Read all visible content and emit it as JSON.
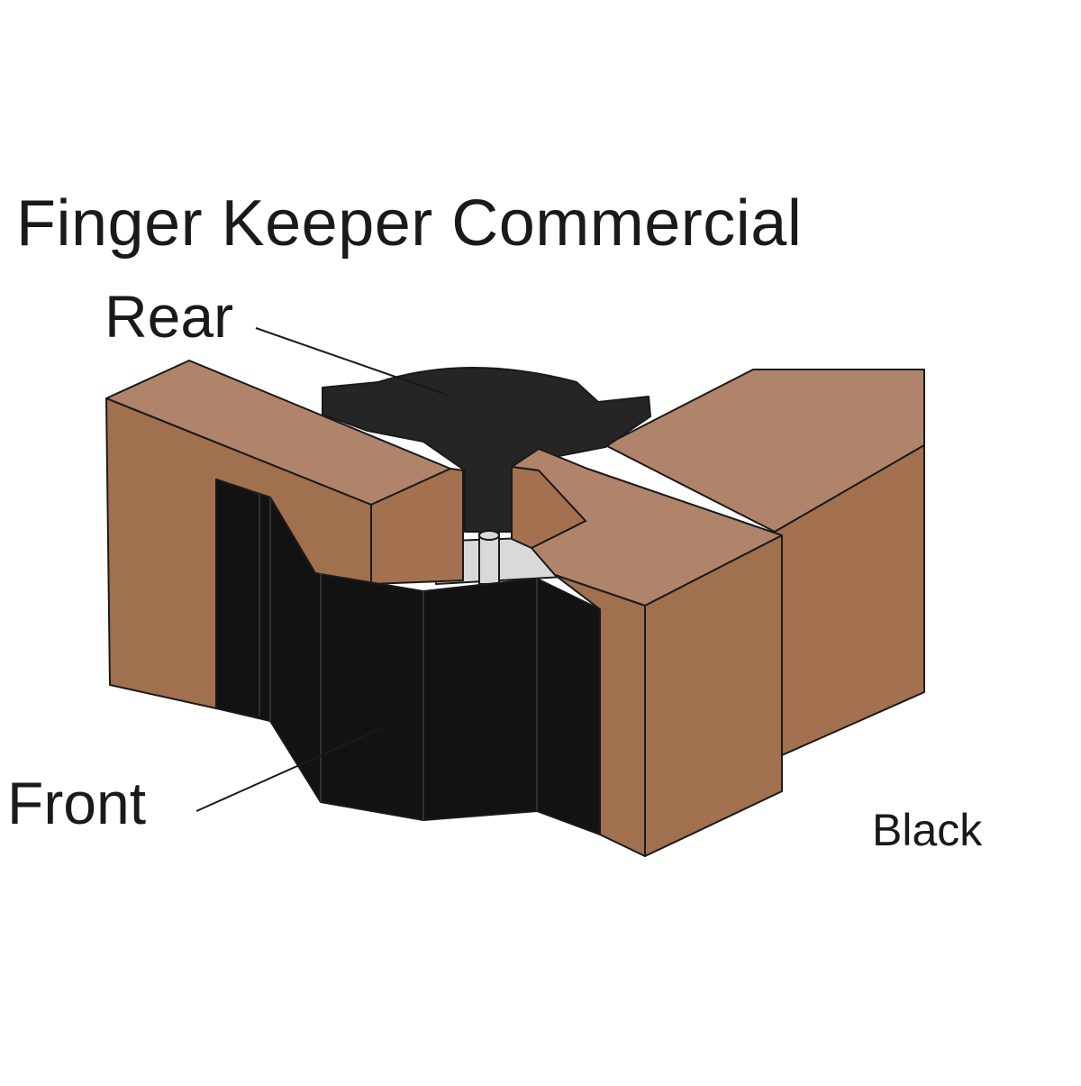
{
  "diagram": {
    "title": "Finger Keeper Commercial",
    "callouts": {
      "rear": "Rear",
      "front": "Front"
    },
    "color_variant": "Black",
    "colors": {
      "wood_front": "#a1704f",
      "wood_top": "#b0846a",
      "wood_side": "#a3714f",
      "guard": "#121212",
      "rear_guard": "#252525",
      "hinge_pin": "#d9d9d9",
      "outline": "#1a1a1a"
    }
  }
}
